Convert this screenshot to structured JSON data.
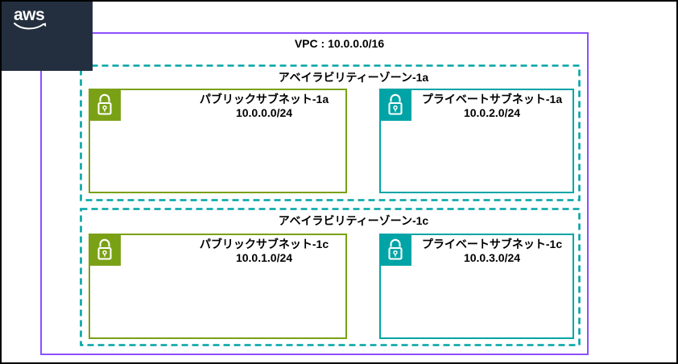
{
  "logo": {
    "text": "aws"
  },
  "vpc": {
    "label": "VPC : 10.0.0.0/16"
  },
  "zones": [
    {
      "label": "アベイラビリティーゾーン-1a",
      "subnets": [
        {
          "name": "パブリックサブネット-1a",
          "cidr": "10.0.0.0/24"
        },
        {
          "name": "プライベートサブネット-1a",
          "cidr": "10.0.2.0/24"
        }
      ]
    },
    {
      "label": "アベイラビリティーゾーン-1c",
      "subnets": [
        {
          "name": "パブリックサブネット-1c",
          "cidr": "10.0.1.0/24"
        },
        {
          "name": "プライベートサブネット-1c",
          "cidr": "10.0.3.0/24"
        }
      ]
    }
  ],
  "colors": {
    "vpc_border": "#8C4FFF",
    "public_subnet": "#7AA116",
    "private_subnet": "#00A4A6",
    "availability_zone_dash": "#00A4A6",
    "aws_logo_bg": "#232F3E",
    "frame": "#000000"
  }
}
